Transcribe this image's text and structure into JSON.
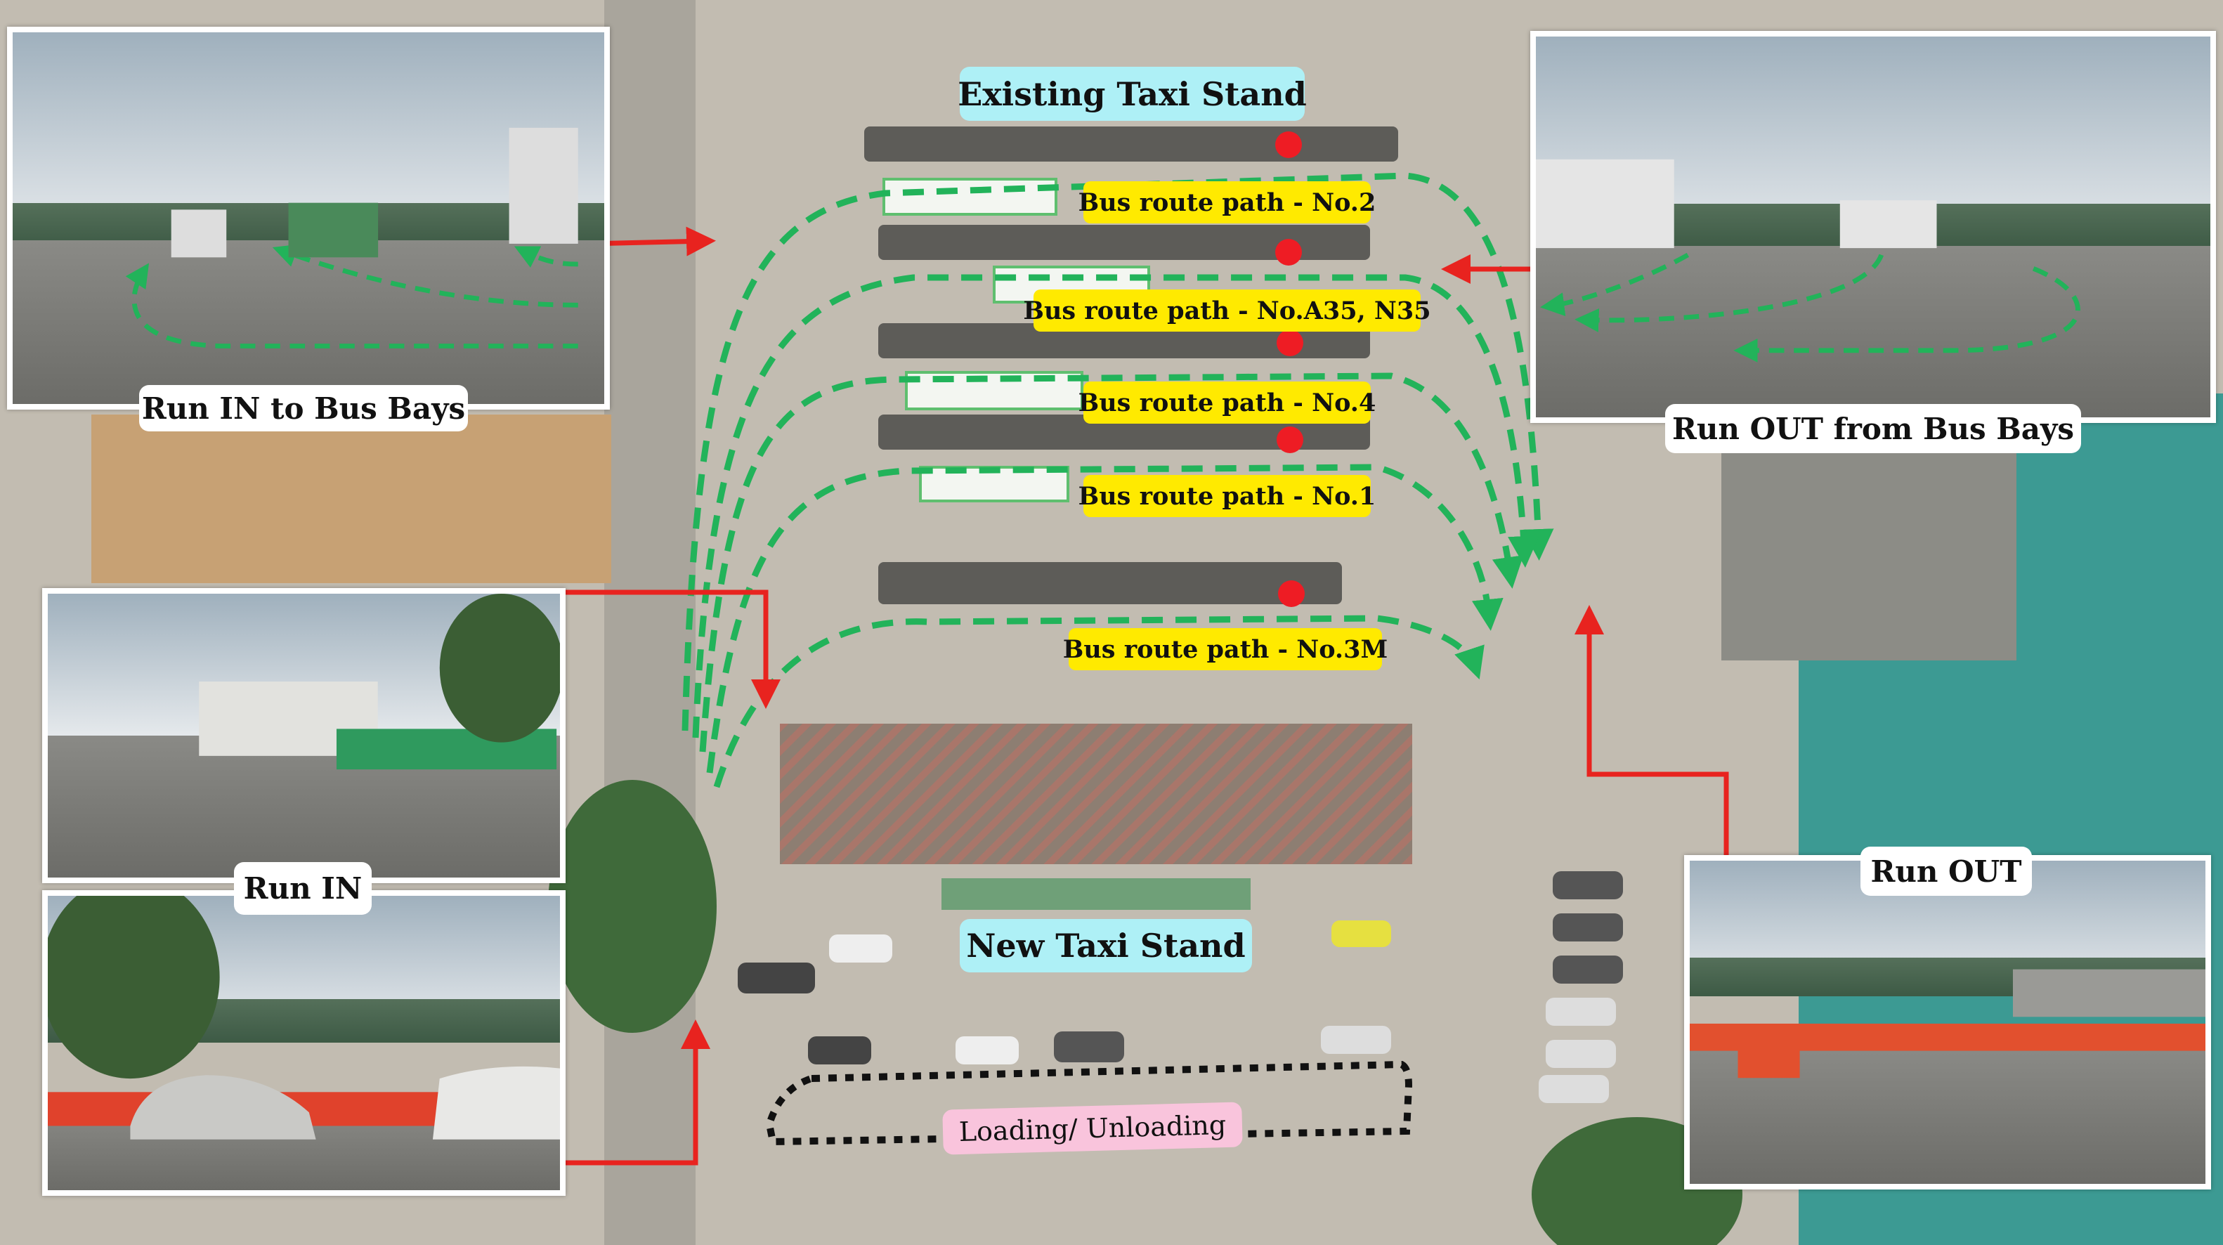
{
  "labels": {
    "existing_taxi_stand": "Existing Taxi Stand",
    "new_taxi_stand": "New Taxi Stand",
    "loading_unloading": "Loading/ Unloading",
    "run_in_to_bus_bays": "Run IN to Bus Bays",
    "run_out_from_bus_bays": "Run OUT from Bus Bays",
    "run_in": "Run IN",
    "run_out": "Run OUT"
  },
  "bus_routes": [
    {
      "label": "Bus route path - No.2"
    },
    {
      "label": "Bus route path - No.A35, N35"
    },
    {
      "label": "Bus route path - No.4"
    },
    {
      "label": "Bus route path - No.1"
    },
    {
      "label": "Bus route path - No.3M"
    }
  ],
  "colors": {
    "route_path": "#22b35a",
    "arrow": "#e8231f",
    "stop_marker": "#ee1c24",
    "taxi_label": "#aef0f6",
    "route_label": "#ffea00",
    "loading_label": "#f9c4dc"
  }
}
